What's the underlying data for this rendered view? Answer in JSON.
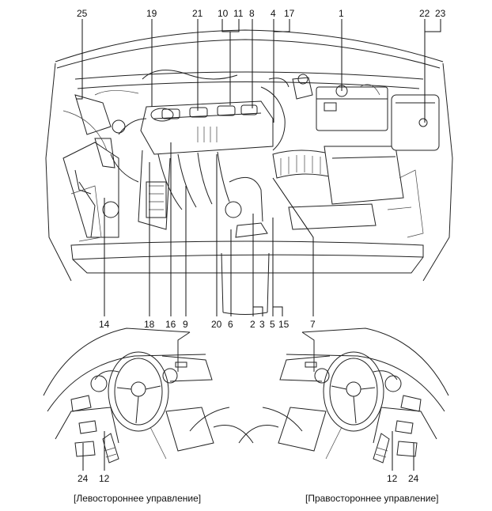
{
  "top_callouts": {
    "n25": "25",
    "n19": "19",
    "n21": "21",
    "n10": "10",
    "n11": "11",
    "n8": "8",
    "n4": "4",
    "n17": "17",
    "n1": "1",
    "n22": "22",
    "n23": "23"
  },
  "bottom_callouts": {
    "n14": "14",
    "n18": "18",
    "n16": "16",
    "n9": "9",
    "n20": "20",
    "n6": "6",
    "n2": "2",
    "n3": "3",
    "n5": "5",
    "n15": "15",
    "n7": "7"
  },
  "cabin_left": {
    "n24": "24",
    "n12": "12",
    "caption": "[Левостороннее управление]"
  },
  "cabin_right": {
    "n12": "12",
    "n24": "24",
    "caption": "[Правостороннее управление]"
  },
  "colors": {
    "line": "#111111",
    "background": "#ffffff"
  }
}
